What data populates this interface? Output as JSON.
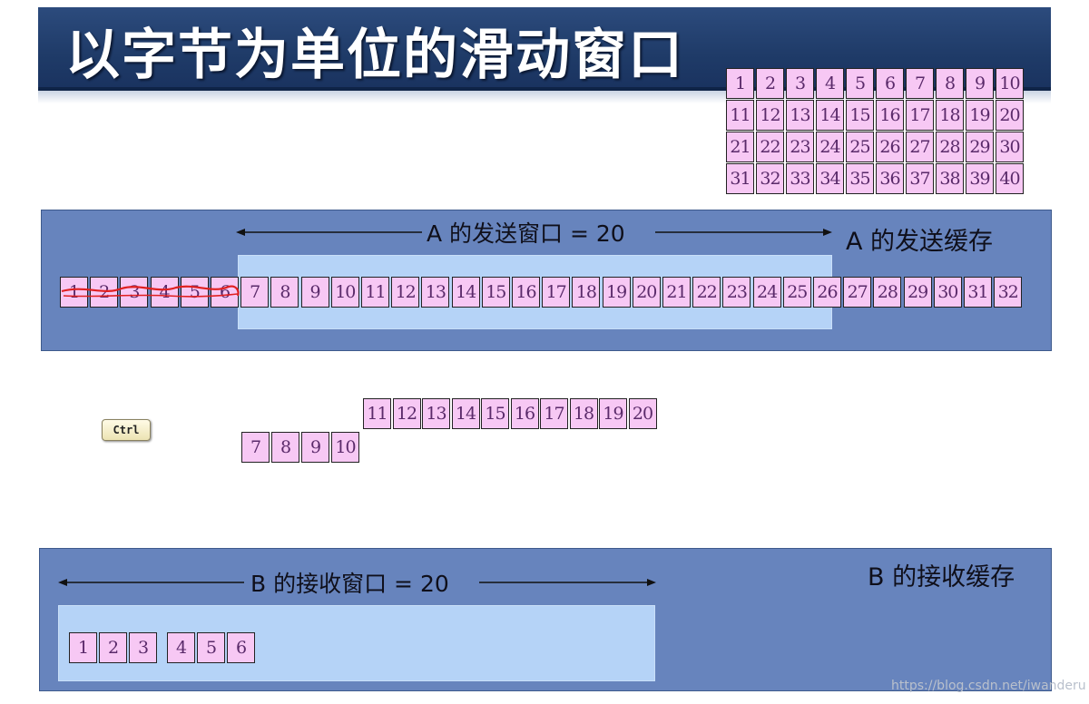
{
  "title": "以字节为单位的滑动窗口",
  "grid": [
    "1",
    "2",
    "3",
    "4",
    "5",
    "6",
    "7",
    "8",
    "9",
    "10",
    "11",
    "12",
    "13",
    "14",
    "15",
    "16",
    "17",
    "18",
    "19",
    "20",
    "21",
    "22",
    "23",
    "24",
    "25",
    "26",
    "27",
    "28",
    "29",
    "30",
    "31",
    "32",
    "33",
    "34",
    "35",
    "36",
    "37",
    "38",
    "39",
    "40"
  ],
  "sender": {
    "window_label": "A 的发送窗口 = 20",
    "buffer_label": "A 的发送缓存",
    "bytes": [
      "1",
      "2",
      "3",
      "4",
      "5",
      "6",
      "7",
      "8",
      "9",
      "10",
      "11",
      "12",
      "13",
      "14",
      "15",
      "16",
      "17",
      "18",
      "19",
      "20",
      "21",
      "22",
      "23",
      "24",
      "25",
      "26",
      "27",
      "28",
      "29",
      "30",
      "31",
      "32"
    ],
    "window_size": 20,
    "acknowledged": 6
  },
  "in_transit": {
    "upper": [
      "11",
      "12",
      "13",
      "14",
      "15",
      "16",
      "17",
      "18",
      "19",
      "20"
    ],
    "lower": [
      "7",
      "8",
      "9",
      "10"
    ]
  },
  "ctrl_key": "Ctrl",
  "receiver": {
    "window_label": "B 的接收窗口 = 20",
    "buffer_label": "B 的接收缓存",
    "bytes": [
      "1",
      "2",
      "3",
      "4",
      "5",
      "6"
    ],
    "window_size": 20
  },
  "watermark": "https://blog.csdn.net/iwanderu",
  "colors": {
    "title_bg": "#1f3b68",
    "panel": "#6784bd",
    "window": "#b5d3f7",
    "cell": "#f7c8f4",
    "strike": "#e02020"
  }
}
